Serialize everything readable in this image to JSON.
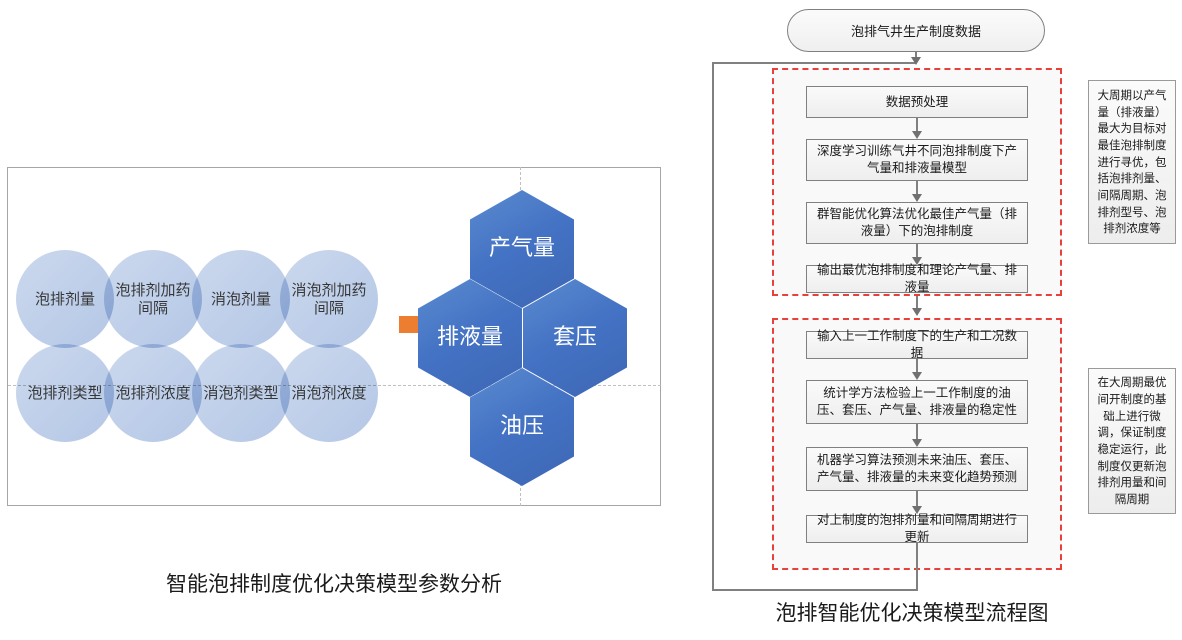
{
  "left_panel": {
    "caption": "智能泡排制度优化决策模型参数分析",
    "circles": [
      {
        "id": "c1",
        "text": "泡排剂量"
      },
      {
        "id": "c2",
        "text": "泡排剂加药间隔"
      },
      {
        "id": "c3",
        "text": "消泡剂量"
      },
      {
        "id": "c4",
        "text": "消泡剂加药间隔"
      },
      {
        "id": "c5",
        "text": "泡排剂类型"
      },
      {
        "id": "c6",
        "text": "泡排剂浓度"
      },
      {
        "id": "c7",
        "text": "消泡剂类型"
      },
      {
        "id": "c8",
        "text": "消泡剂浓度"
      }
    ],
    "arrow_icon": "right-arrow-icon",
    "hexagons": [
      {
        "id": "h-top",
        "text": "产气量"
      },
      {
        "id": "h-left",
        "text": "排液量"
      },
      {
        "id": "h-right",
        "text": "套压"
      },
      {
        "id": "h-bottom",
        "text": "油压"
      }
    ],
    "colors": {
      "circle_fill": "#b4c7e7",
      "hexagon_fill": "#4472c4",
      "arrow_fill": "#ed7d31",
      "panel_border": "#a6a6a6",
      "guide_line": "#bfbfbf"
    }
  },
  "flowchart": {
    "caption": "泡排智能优化决策模型流程图",
    "terminator": "泡排气井生产制度数据",
    "group_upper": {
      "steps": [
        "数据预处理",
        "深度学习训练气井不同泡排制度下产气量和排液量模型",
        "群智能优化算法优化最佳产气量（排液量）下的泡排制度",
        "输出最优泡排制度和理论产气量、排液量"
      ],
      "note": "大周期以产气量（排液量）最大为目标对最佳泡排制度进行寻优，包括泡排剂量、间隔周期、泡排剂型号、泡排剂浓度等"
    },
    "group_lower": {
      "steps": [
        "输入上一工作制度下的生产和工况数据",
        "统计学方法检验上一工作制度的油压、套压、产气量、排液量的稳定性",
        "机器学习算法预测未来油压、套压、产气量、排液量的未来变化趋势预测",
        "对上制度的泡排剂量和间隔周期进行更新"
      ],
      "note": "在大周期最优间开制度的基础上进行微调，保证制度稳定运行，此制度仅更新泡排剂用量和间隔周期"
    },
    "colors": {
      "dashed_border": "#e8413c",
      "box_border": "#808080",
      "box_fill": "#efefef",
      "connector": "#808080"
    }
  }
}
